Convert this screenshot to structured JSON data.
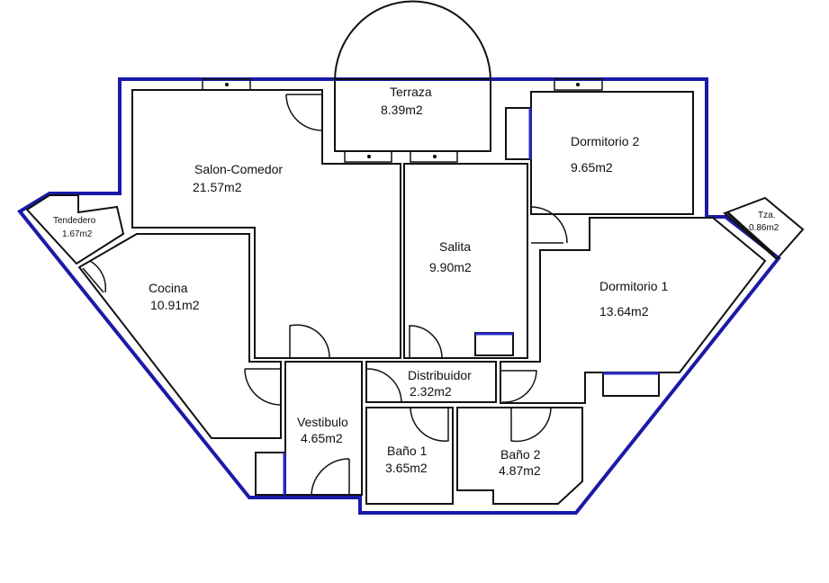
{
  "plan": {
    "outline_color": "#1a1aa8",
    "rooms": [
      {
        "id": "terraza",
        "name": "Terraza",
        "area": "8.39m2"
      },
      {
        "id": "salon",
        "name": "Salon-Comedor",
        "area": "21.57m2"
      },
      {
        "id": "dorm2",
        "name": "Dormitorio 2",
        "area": "9.65m2"
      },
      {
        "id": "tendedero",
        "name": "Tendedero",
        "area": "1.67m2"
      },
      {
        "id": "tza",
        "name": "Tza.",
        "area": "0.86m2"
      },
      {
        "id": "salita",
        "name": "Salita",
        "area": "9.90m2"
      },
      {
        "id": "cocina",
        "name": "Cocina",
        "area": "10.91m2"
      },
      {
        "id": "dorm1",
        "name": "Dormitorio 1",
        "area": "13.64m2"
      },
      {
        "id": "distribuidor",
        "name": "Distribuidor",
        "area": "2.32m2"
      },
      {
        "id": "vestibulo",
        "name": "Vestibulo",
        "area": "4.65m2"
      },
      {
        "id": "bano1",
        "name": "Baño 1",
        "area": "3.65m2"
      },
      {
        "id": "bano2",
        "name": "Baño 2",
        "area": "4.87m2"
      }
    ]
  }
}
